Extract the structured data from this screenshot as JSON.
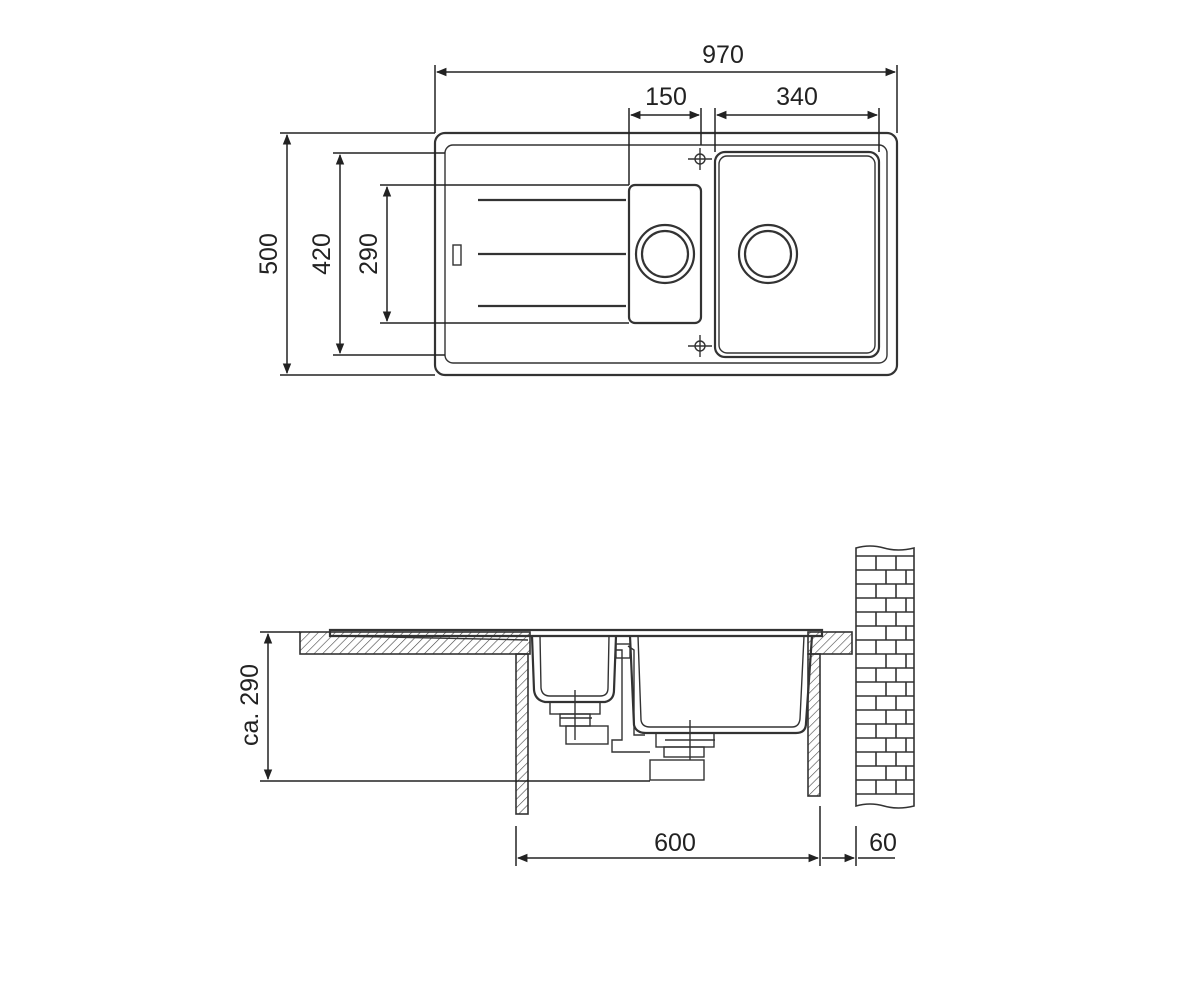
{
  "top_view": {
    "dim_total_width": "970",
    "dim_drainer_bowl": "150",
    "dim_main_bowl": "340",
    "dim_total_depth": "500",
    "dim_inner_depth": "420",
    "dim_bowl_depth": "290"
  },
  "side_view": {
    "dim_height": "ca. 290",
    "dim_cabinet": "600",
    "dim_wall_gap": "60"
  },
  "colors": {
    "line": "#333333",
    "background": "#ffffff"
  }
}
